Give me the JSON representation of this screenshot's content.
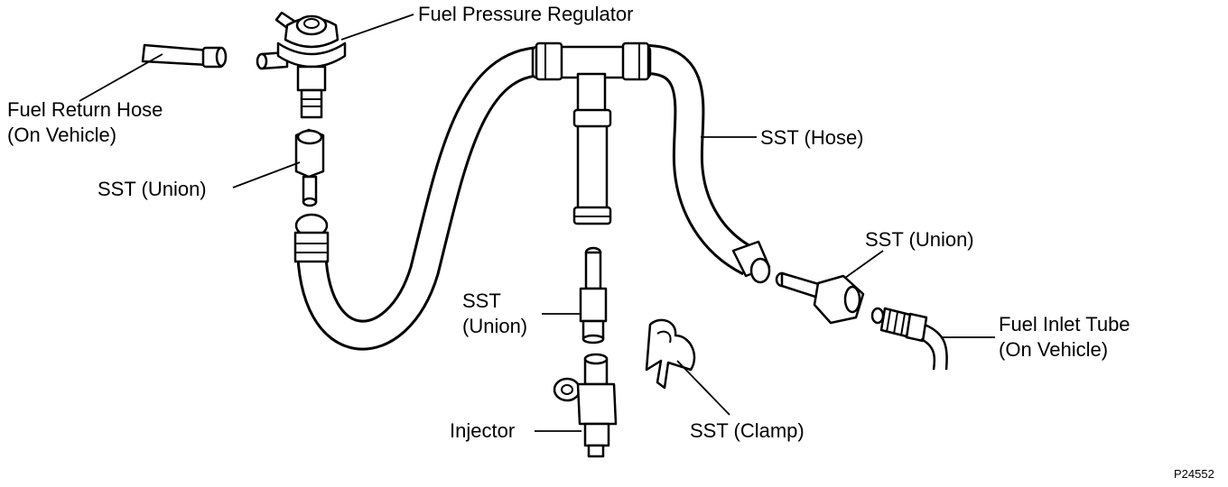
{
  "labels": {
    "fuel_pressure_regulator": "Fuel Pressure Regulator",
    "fuel_return_hose_line1": "Fuel Return Hose",
    "fuel_return_hose_line2": "(On Vehicle)",
    "sst_union_left": "SST (Union)",
    "sst_hose": "SST (Hose)",
    "sst_union_right": "SST (Union)",
    "fuel_inlet_tube_line1": "Fuel Inlet Tube",
    "fuel_inlet_tube_line2": "(On Vehicle)",
    "sst_union_center_line1": "SST",
    "sst_union_center_line2": "(Union)",
    "injector": "Injector",
    "sst_clamp": "SST (Clamp)"
  },
  "figure_code": "P24552"
}
